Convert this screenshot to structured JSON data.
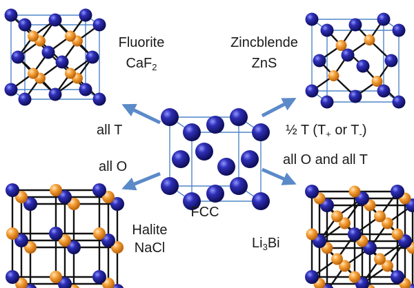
{
  "colors": {
    "anion": "#2a2aa8",
    "cation": "#f39a30",
    "bond": "#111111",
    "cell_edge": "#4f86c6",
    "arrow": "#5b8ac9"
  },
  "center": {
    "label": "FCC"
  },
  "structures": {
    "fluorite": {
      "name": "Fluorite",
      "formula_main": "CaF",
      "formula_sub": "2"
    },
    "zincblende": {
      "name": "Zincblende",
      "formula": "ZnS"
    },
    "halite": {
      "name": "Halite",
      "formula": "NaCl"
    },
    "li3bi": {
      "formula_pre": "Li",
      "formula_sub": "3",
      "formula_post": "Bi"
    }
  },
  "arrows": {
    "all_t": {
      "label": "all T"
    },
    "all_o": {
      "label": "all O"
    },
    "half_t": {
      "label_pre": "½ T  (T",
      "plus": "+",
      "mid": " or T",
      "minus": "-",
      "post": ")"
    },
    "all_o_t": {
      "label": "all O and all T"
    }
  }
}
